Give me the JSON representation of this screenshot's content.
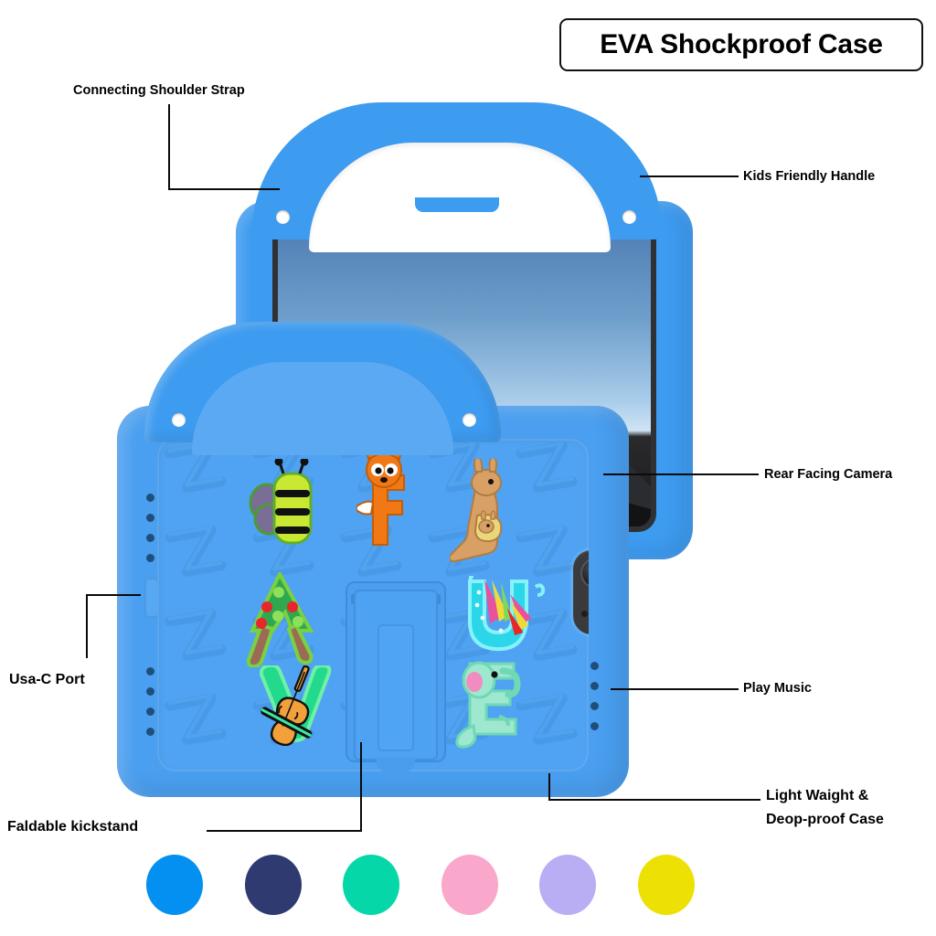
{
  "title_badge": {
    "text": "EVA Shockproof Case"
  },
  "callouts": [
    {
      "id": "connecting-shoulder-strap",
      "text": "Connecting Shoulder Strap"
    },
    {
      "id": "kids-friendly-handle",
      "text": "Kids Friendly Handle"
    },
    {
      "id": "rear-facing-camera",
      "text": "Rear Facing Camera"
    },
    {
      "id": "usb-c-port",
      "text": "Usa-C Port"
    },
    {
      "id": "play-music",
      "text": "Play Music"
    },
    {
      "id": "light-weight-drop-proof",
      "line1": "Light Waight &",
      "line2": "Deop-proof Case"
    },
    {
      "id": "faldable-kickstand",
      "text": "Faldable kickstand"
    }
  ],
  "product": {
    "case_color_hex": "#4A9FF0",
    "case_color_dark_hex": "#3D9BF0",
    "screen_bezel_hex": "#2F3134",
    "camera_module_hex": "#3A3A3C",
    "pattern": "letter-z-emboss",
    "figures": [
      {
        "name": "bee-figure",
        "letter": "B",
        "color_hex": "#C8E832"
      },
      {
        "name": "fox-figure",
        "letter": "F",
        "color_hex": "#F07815"
      },
      {
        "name": "kangaroo-figure",
        "letter": "K",
        "color_hex": "#D9A066"
      },
      {
        "name": "tree-figure",
        "letter": "A",
        "color_hex": "#2FA84F"
      },
      {
        "name": "umbrella-figure",
        "letter": "U",
        "color_hex": "#2BD6E8"
      },
      {
        "name": "violin-figure",
        "letter": "V",
        "color_hex": "#22D98C"
      },
      {
        "name": "elephant-figure",
        "letter": "E",
        "color_hex": "#9EE8CF"
      }
    ]
  },
  "color_swatches": [
    {
      "name": "blue",
      "hex": "#0490F0"
    },
    {
      "name": "navy",
      "hex": "#2E3A70"
    },
    {
      "name": "teal",
      "hex": "#06D7A8"
    },
    {
      "name": "pink",
      "hex": "#F9A7CA"
    },
    {
      "name": "lavender",
      "hex": "#B9AEF4"
    },
    {
      "name": "yellow",
      "hex": "#EDE104"
    }
  ]
}
